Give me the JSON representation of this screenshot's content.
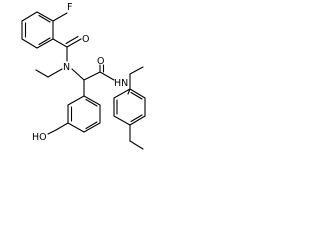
{
  "molecule": {
    "atom_labels": {
      "fluorine": "F",
      "carbonyl_oxygen_1": "O",
      "amide_nitrogen": "N",
      "carbonyl_oxygen_2": "O",
      "anilide_nh": "HN",
      "hydroxyl": "HO"
    }
  }
}
